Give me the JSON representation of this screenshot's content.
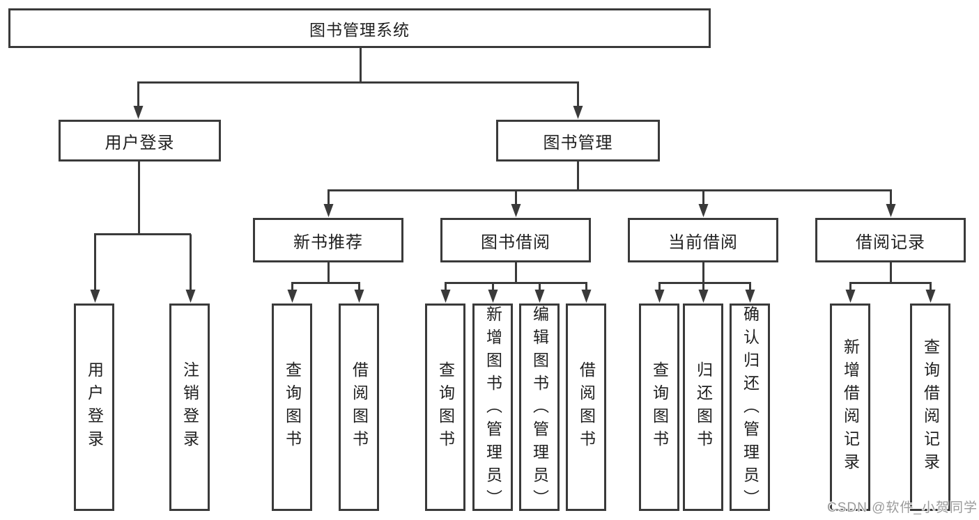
{
  "diagram_type": "functional-structure-tree",
  "tree": {
    "label": "图书管理系统",
    "children": [
      {
        "label": "用户登录",
        "children": [
          {
            "label": "用户登录"
          },
          {
            "label": "注销登录"
          }
        ]
      },
      {
        "label": "图书管理",
        "children": [
          {
            "label": "新书推荐",
            "children": [
              {
                "label": "查询图书"
              },
              {
                "label": "借阅图书"
              }
            ]
          },
          {
            "label": "图书借阅",
            "children": [
              {
                "label": "查询图书"
              },
              {
                "label": "新增图书（管理员）"
              },
              {
                "label": "编辑图书（管理员）"
              },
              {
                "label": "借阅图书"
              }
            ]
          },
          {
            "label": "当前借阅",
            "children": [
              {
                "label": "查询图书"
              },
              {
                "label": "归还图书"
              },
              {
                "label": "确认归还（管理员）"
              }
            ]
          },
          {
            "label": "借阅记录",
            "children": [
              {
                "label": "新增借阅记录"
              },
              {
                "label": "查询借阅记录"
              }
            ]
          }
        ]
      }
    ]
  },
  "watermark": "CSDN @软件_小贺同学",
  "colors": {
    "line": "#3a3a3a",
    "box_border": "#3a3a3a",
    "box_fill": "#ffffff",
    "text": "#1f1f1f",
    "watermark": "#9b9b9b",
    "background": "#ffffff"
  }
}
